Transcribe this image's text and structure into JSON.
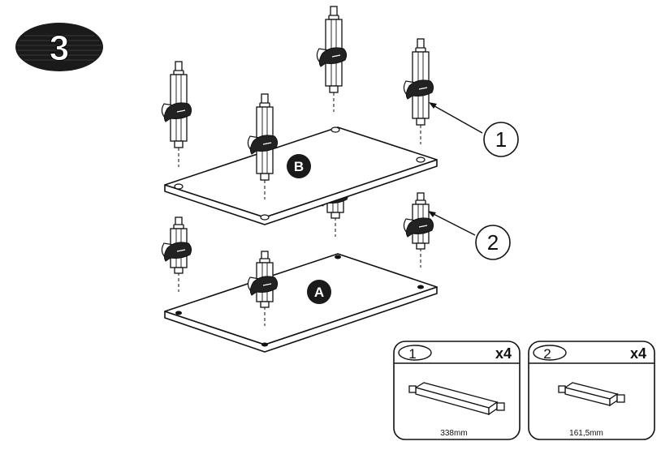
{
  "step": {
    "number": "3"
  },
  "plates": {
    "upper_label": "B",
    "lower_label": "A"
  },
  "callouts": [
    {
      "number": "1"
    },
    {
      "number": "2"
    }
  ],
  "parts": [
    {
      "number": "1",
      "quantity": "x4",
      "length": "338mm"
    },
    {
      "number": "2",
      "quantity": "x4",
      "length": "161,5mm"
    }
  ]
}
